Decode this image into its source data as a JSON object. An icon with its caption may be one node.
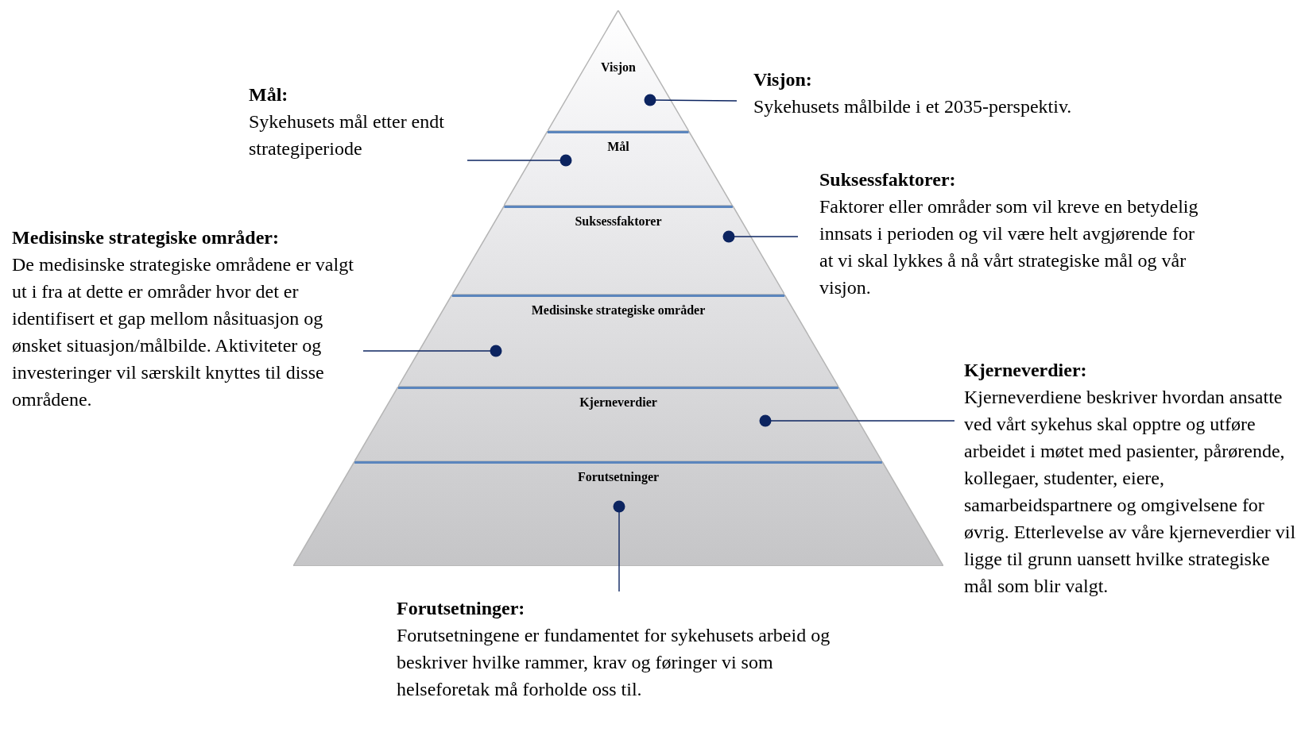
{
  "diagram": {
    "nodes": [
      {
        "text": [
          "Visjon"
        ]
      },
      {
        "text": [
          "Mål"
        ]
      },
      {
        "text": [
          "Suksessfaktorer"
        ]
      },
      {
        "text": [
          "Medisinske strategiske områder"
        ]
      },
      {
        "text": [
          "Kjerneverdier"
        ]
      },
      {
        "text": [
          "Forutsetninger"
        ]
      },
      {
        "text": [
          "Visjon:",
          "Sykehusets målbilde i et 2035-perspektiv."
        ]
      },
      {
        "text": [
          "Mål:",
          "Sykehusets mål etter endt strategiperiode"
        ]
      },
      {
        "text": [
          "Suksessfaktorer:",
          "Faktorer eller områder som vil kreve en betydelig innsats i perioden og vil være helt avgjørende for at vi skal lykkes å nå vårt strategiske mål og vår visjon."
        ]
      },
      {
        "text": [
          "Medisinske strategiske områder:",
          "De medisinske strategiske områdene er valgt ut i fra at dette er områder hvor det er identifisert et gap mellom nåsituasjon og ønsket situasjon/målbilde. Aktiviteter og investeringer vil særskilt knyttes til disse områdene."
        ]
      },
      {
        "text": [
          "Kjerneverdier:",
          "Kjerneverdiene beskriver hvordan ansatte ved vårt sykehus skal opptre og utføre arbeidet i møtet med pasienter, pårørende, kollegaer, studenter, eiere, samarbeidspartnere og omgivelsene for øvrig. Etterlevelse av våre kjerneverdier vil ligge til grunn uansett hvilke strategiske mål som blir valgt."
        ]
      },
      {
        "text": [
          "Forutsetninger:",
          "Forutsetningene er fundamentet for sykehusets arbeid og beskriver hvilke rammer, krav og føringer vi som helseforetak må forholde oss til."
        ]
      }
    ],
    "edges": [
      {
        "from": 6,
        "to": 0,
        "arrow": "other"
      },
      {
        "from": 7,
        "to": 1,
        "arrow": "other"
      },
      {
        "from": 8,
        "to": 2,
        "arrow": "other"
      },
      {
        "from": 9,
        "to": 3,
        "arrow": "other"
      },
      {
        "from": 10,
        "to": 4,
        "arrow": "other"
      },
      {
        "from": 11,
        "to": 5,
        "arrow": "other"
      }
    ]
  }
}
